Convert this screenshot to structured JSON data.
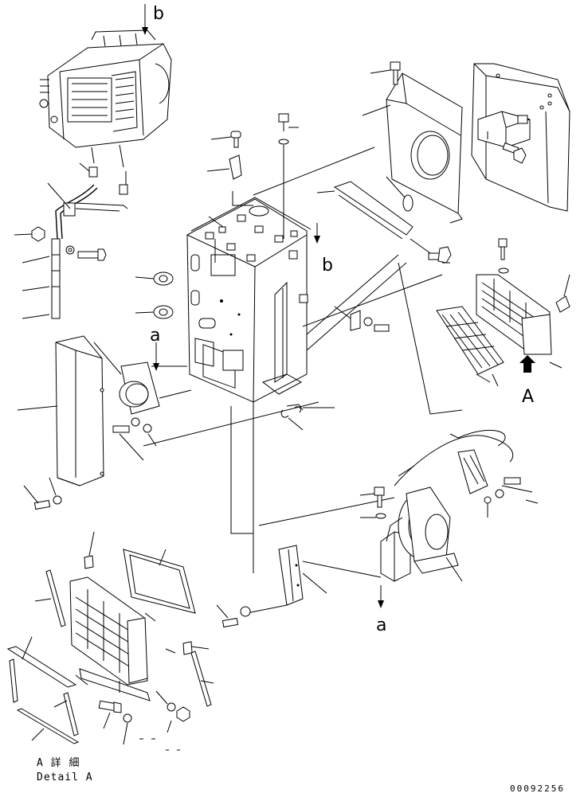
{
  "labels": {
    "b_top": "b",
    "b_mid": "b",
    "a_left": "a",
    "a_bottom": "a",
    "A_view": "A"
  },
  "caption": {
    "jp": "A 詳 細",
    "en": "Detail A"
  },
  "drawing_number": "00092256"
}
